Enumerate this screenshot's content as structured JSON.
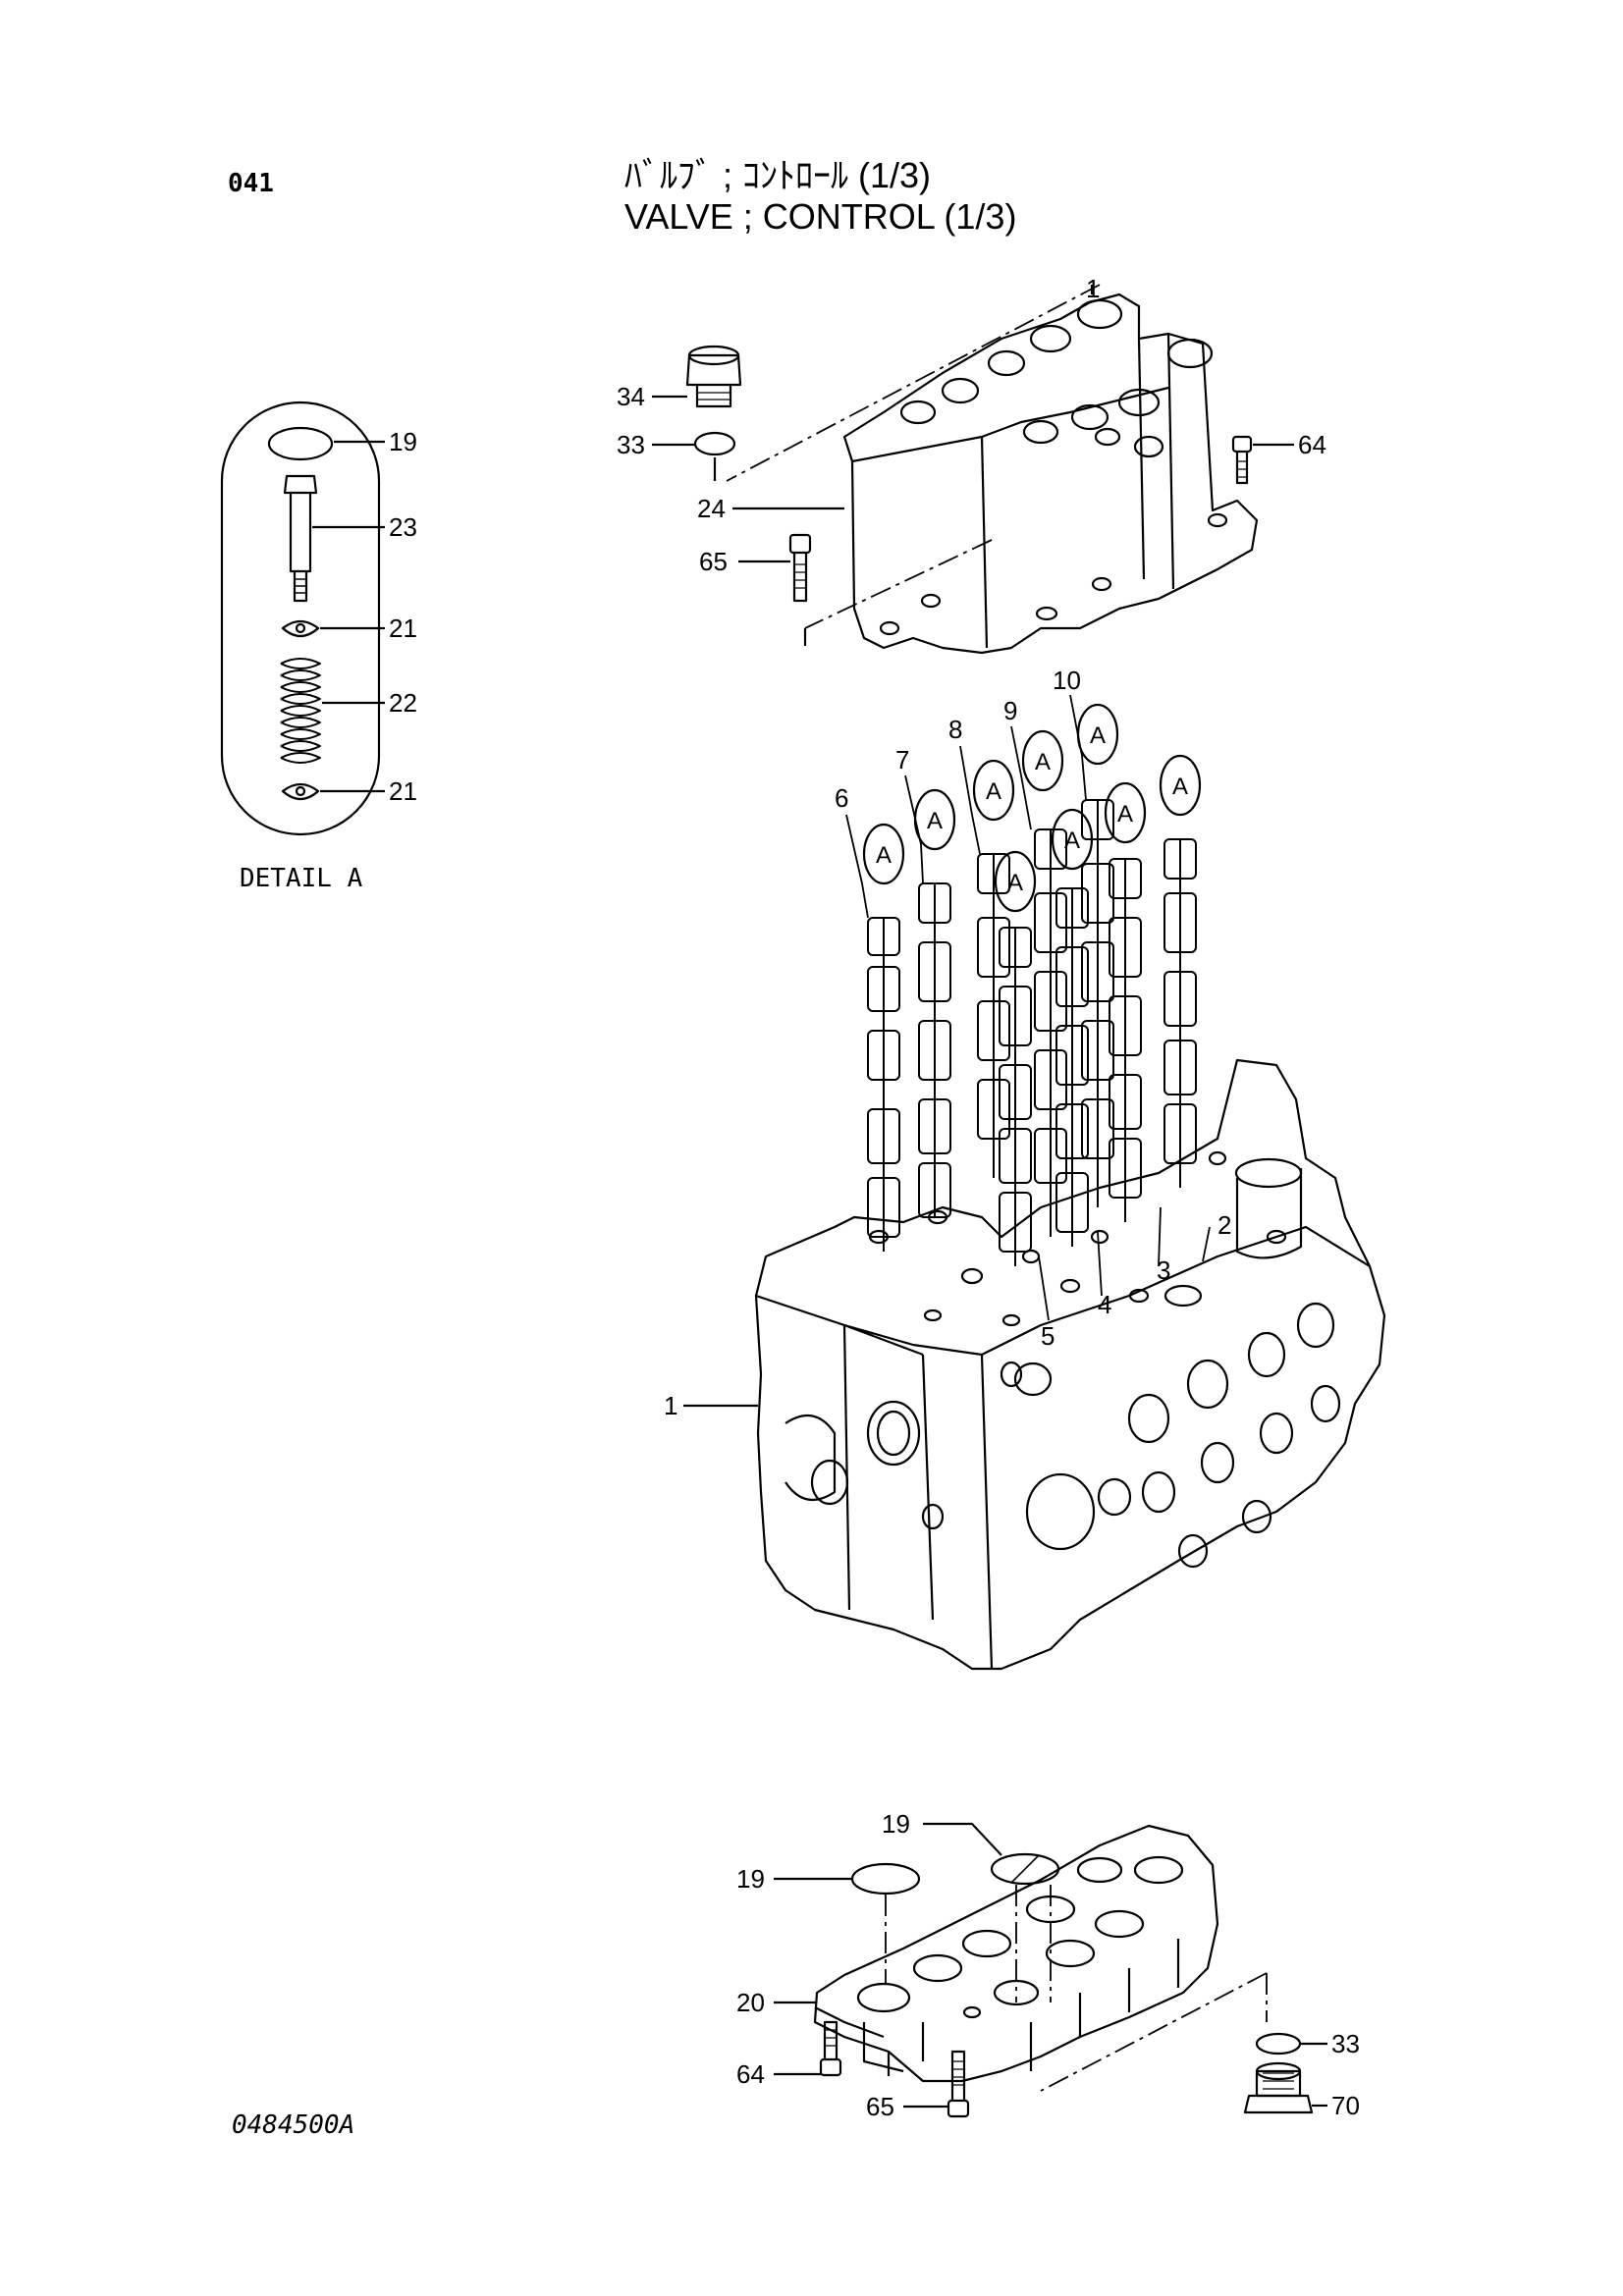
{
  "page": {
    "number": "041",
    "title_jp": "ﾊﾞﾙﾌﾞ ; ｺﾝﾄﾛｰﾙ (1/3)",
    "title_en": "VALVE ; CONTROL (1/3)",
    "drawing_id": "0484500A"
  },
  "detail": {
    "caption": "DETAIL A",
    "callouts": [
      "19",
      "23",
      "21",
      "22",
      "21"
    ]
  },
  "top_assembly": {
    "callouts": [
      "1",
      "34",
      "33",
      "24",
      "65",
      "64"
    ]
  },
  "spools": {
    "callouts": [
      "6",
      "7",
      "8",
      "9",
      "10",
      "2",
      "3",
      "4",
      "5"
    ],
    "tag": "A"
  },
  "main_body": {
    "callouts": [
      "1"
    ]
  },
  "bottom_assembly": {
    "callouts": [
      "19",
      "19",
      "20",
      "64",
      "65",
      "33",
      "70"
    ]
  }
}
